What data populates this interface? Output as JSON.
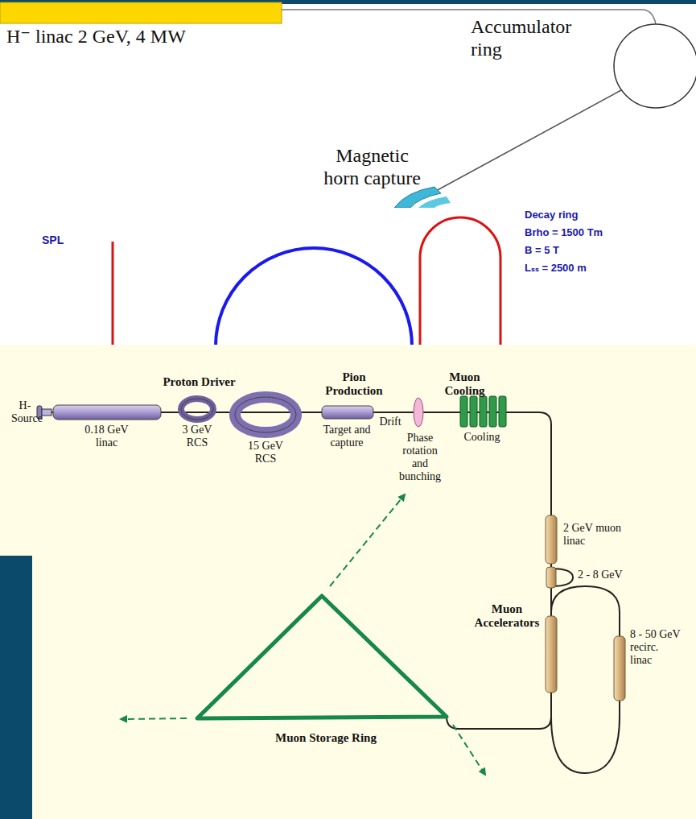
{
  "diagram": {
    "labels": [
      "H⁻ linac 2 GeV, 4 MW",
      "Accumulator ring",
      "Magnetic horn capture",
      "SPL",
      "Decay ring",
      "Brho = 1500 Tm",
      "B = 5 T",
      "Lₛₛ = 2500 m",
      "Proton Driver",
      "Pion Production",
      "Muon Cooling",
      "H- Source",
      "0.18 GeV linac",
      "3 GeV RCS",
      "15 GeV RCS",
      "Target and capture",
      "Drift",
      "Phase rotation and bunching",
      "Cooling",
      "2 GeV muon linac",
      "2 - 8 GeV",
      "Muon Accelerators",
      "8 - 50 GeV recirc. linac",
      "Muon Storage Ring"
    ]
  }
}
